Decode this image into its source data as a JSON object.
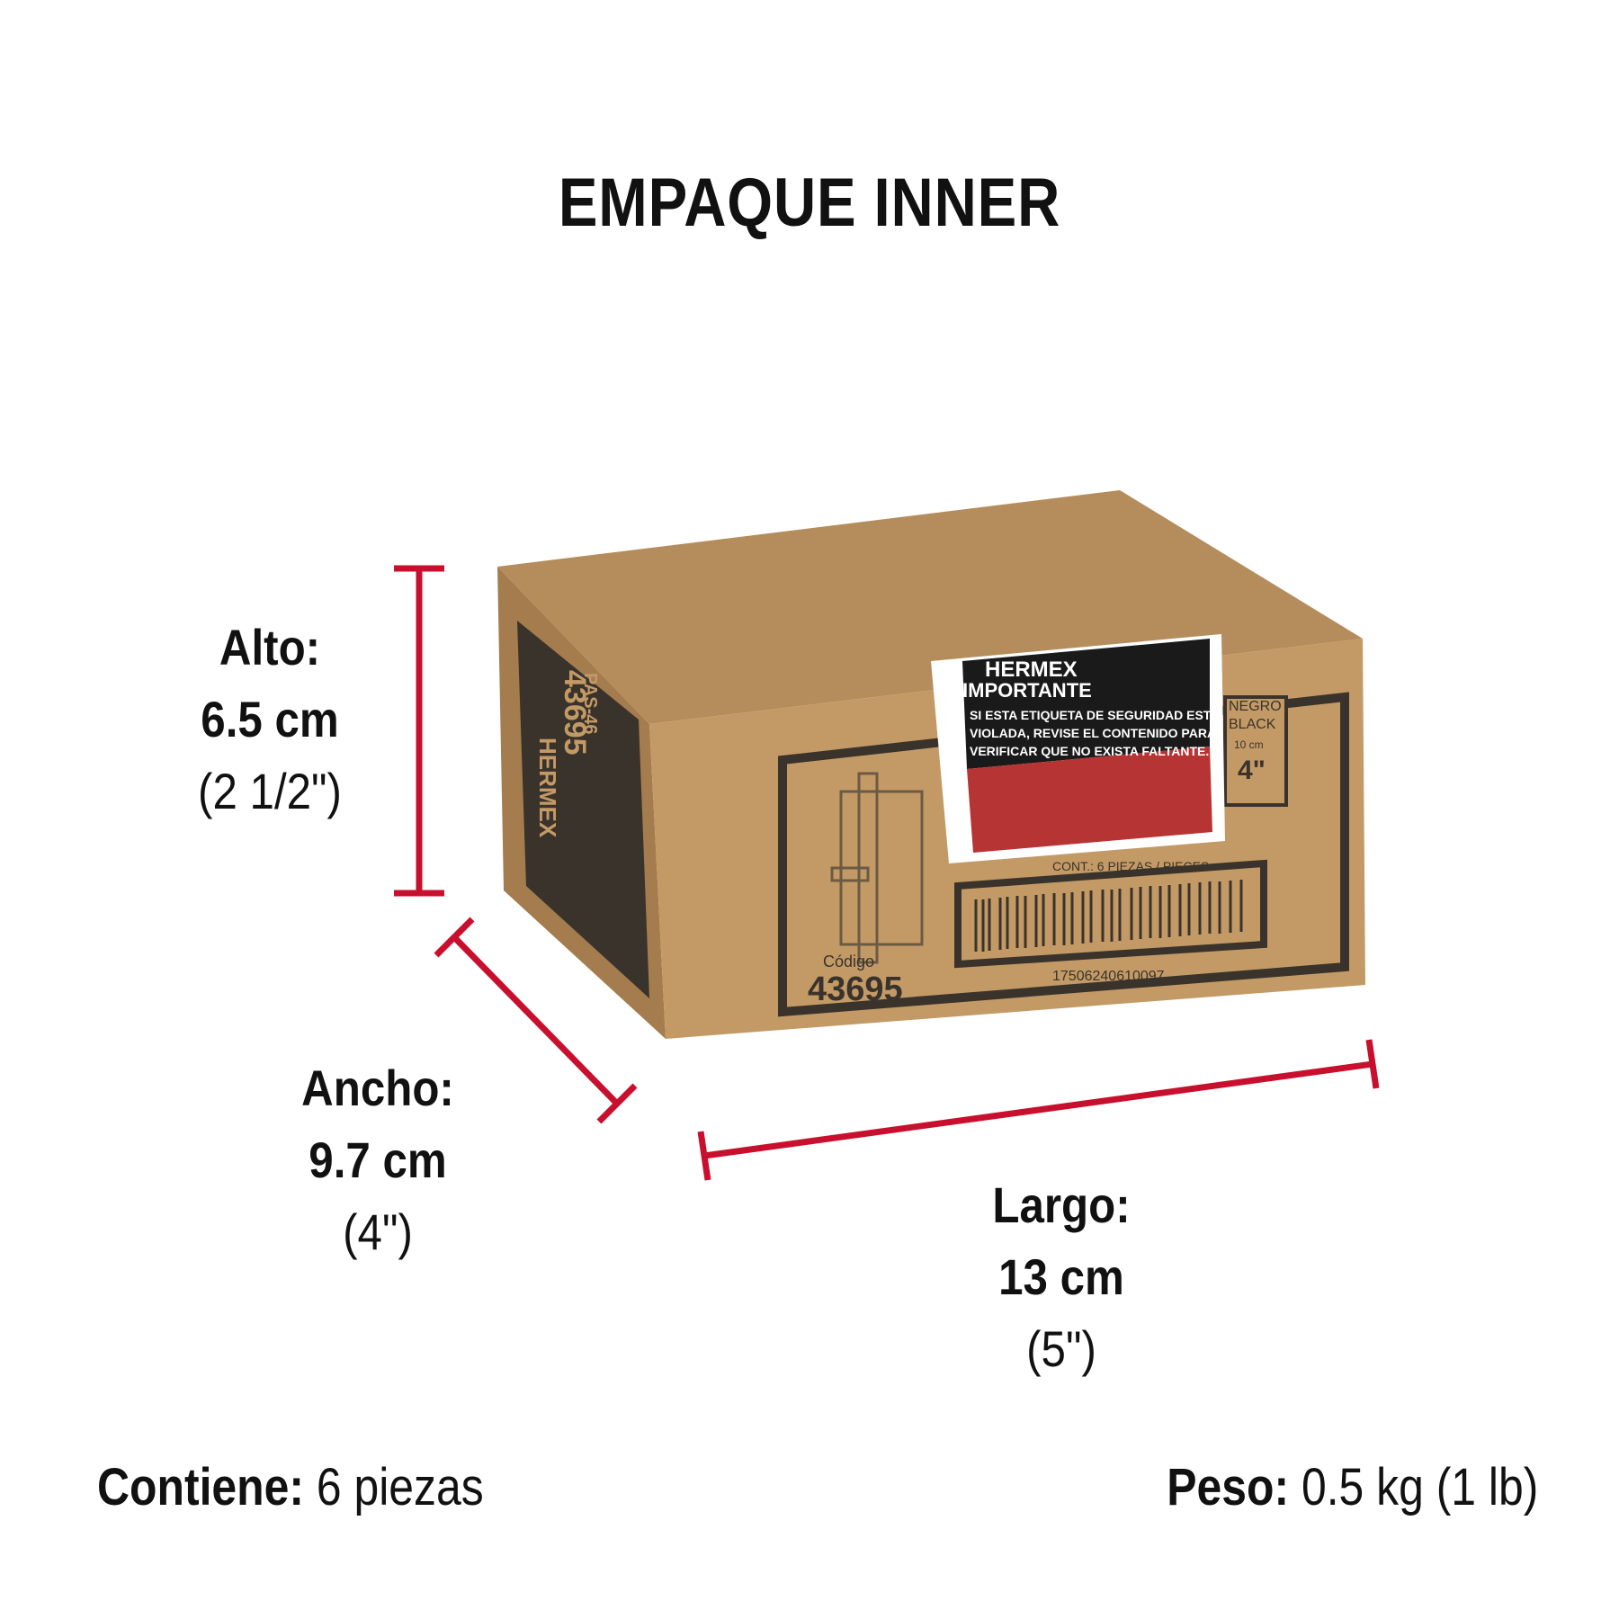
{
  "heading": "EMPAQUE INNER",
  "dimensions": {
    "alto": {
      "label": "Alto:",
      "metric": "6.5 cm",
      "imperial": "(2 1/2\")"
    },
    "ancho": {
      "label": "Ancho:",
      "metric": "9.7 cm",
      "imperial": "(4\")"
    },
    "largo": {
      "label": "Largo:",
      "metric": "13 cm",
      "imperial": "(5\")"
    }
  },
  "contents": {
    "label": "Contiene:",
    "value": "6 piezas"
  },
  "weight": {
    "label": "Peso:",
    "value": "0.5 kg (1 lb)"
  },
  "box": {
    "brand": "HERMEX",
    "code": "43695",
    "model": "PAS-46",
    "code_label": "Código",
    "color_es": "NEGRO",
    "color_en": "BLACK",
    "size_metric": "10 cm",
    "size_imperial": "4\"",
    "contents_line": "CONT.: 6 PIEZAS / PIECES",
    "barcode_number": "17506240610097",
    "seal_title": "IMPORTANTE",
    "seal_line1": "SI ESTA ETIQUETA DE SEGURIDAD ESTA",
    "seal_line2": "VIOLADA, REVISE EL CONTENIDO PARA",
    "seal_line3": "VERIFICAR QUE NO EXISTA FALTANTE."
  },
  "colors": {
    "measure_line": "#c8102e",
    "cardboard": "#c39a66",
    "print": "#3a332c",
    "seal_red": "#b73434"
  }
}
